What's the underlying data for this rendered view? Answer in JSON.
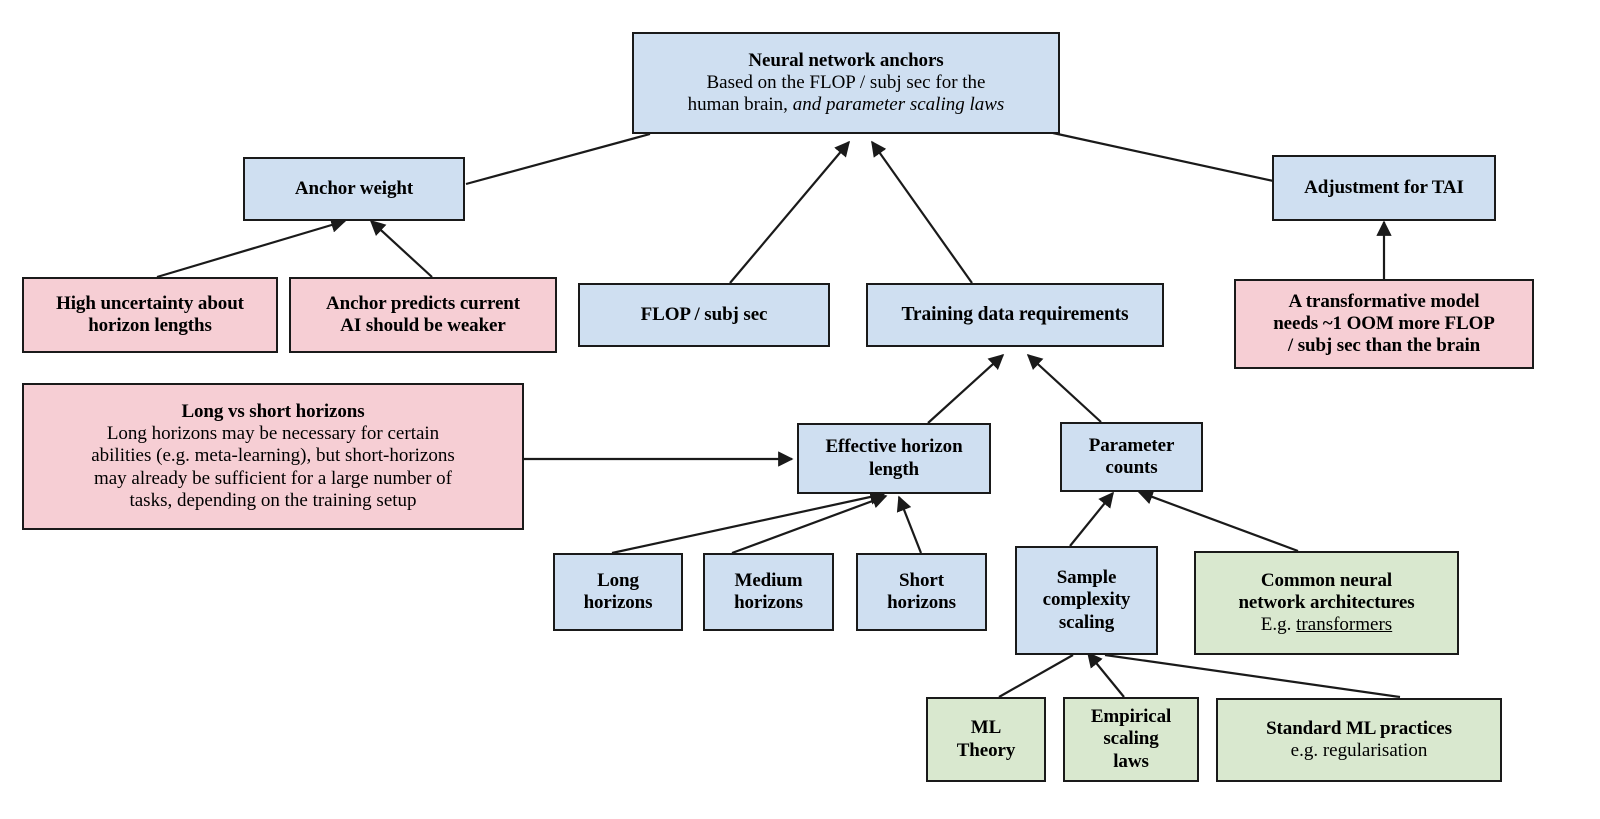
{
  "diagram": {
    "title": "Neural network anchors decomposition",
    "background": "#ffffff",
    "colors": {
      "blue": "#cfdff1",
      "pink": "#f6ced4",
      "green": "#d9e8cf",
      "stroke": "#1a1a1a",
      "text": "#000000"
    },
    "legend": {
      "blue_meaning": "model component",
      "pink_meaning": "consideration / caveat",
      "green_meaning": "empirical / practice input"
    }
  },
  "nodes": [
    {
      "id": "neural-network-anchors",
      "color": "blue",
      "title": "Neural network anchors",
      "sub_line_1": "Based on the FLOP / subj sec for the",
      "sub_line_2_plain": "human brain,",
      "sub_line_2_italic": "and parameter scaling laws"
    },
    {
      "id": "anchor-weight",
      "color": "blue",
      "title": "Anchor weight"
    },
    {
      "id": "adjustment-for-tai",
      "color": "blue",
      "title": "Adjustment for TAI"
    },
    {
      "id": "high-uncertainty-about-horizon-lengths",
      "color": "pink",
      "title_line_1": "High uncertainty about",
      "title_line_2": "horizon lengths"
    },
    {
      "id": "anchor-predicts-current-ai-should-be-weaker",
      "color": "pink",
      "title_line_1": "Anchor predicts current",
      "title_line_2": "AI should be weaker"
    },
    {
      "id": "transformative-model-flop",
      "color": "pink",
      "title_line_1": "A transformative model",
      "title_line_2": "needs ~1 OOM more FLOP",
      "title_line_3": "/ subj sec than the brain"
    },
    {
      "id": "long-vs-short-horizons",
      "color": "pink",
      "title": "Long vs short horizons",
      "sub_line_1": "Long horizons may be necessary for certain",
      "sub_line_2": "abilities (e.g. meta-learning), but short-horizons",
      "sub_line_3": "may already  be sufficient for a large number of",
      "sub_line_4": "tasks, depending on the training setup"
    },
    {
      "id": "flop-subj-sec",
      "color": "blue",
      "title": "FLOP / subj sec"
    },
    {
      "id": "training-data-requirements",
      "color": "blue",
      "title": "Training data requirements"
    },
    {
      "id": "effective-horizon-length",
      "color": "blue",
      "title_line_1": "Effective horizon",
      "title_line_2": "length"
    },
    {
      "id": "parameter-counts",
      "color": "blue",
      "title_line_1": "Parameter",
      "title_line_2": "counts"
    },
    {
      "id": "long-horizons",
      "color": "blue",
      "title_line_1": "Long",
      "title_line_2": "horizons"
    },
    {
      "id": "medium-horizons",
      "color": "blue",
      "title_line_1": "Medium",
      "title_line_2": "horizons"
    },
    {
      "id": "short-horizons",
      "color": "blue",
      "title_line_1": "Short",
      "title_line_2": "horizons"
    },
    {
      "id": "sample-complexity-scaling",
      "color": "blue",
      "title_line_1": "Sample",
      "title_line_2": "complexity",
      "title_line_3": "scaling"
    },
    {
      "id": "common-neural-network-architectures",
      "color": "green",
      "title_line_1": "Common neural",
      "title_line_2": "network architectures",
      "sub_prefix": "E.g. ",
      "sub_link": "transformers"
    },
    {
      "id": "ml-theory",
      "color": "green",
      "title_line_1": "ML",
      "title_line_2": "Theory"
    },
    {
      "id": "empirical-scaling-laws",
      "color": "green",
      "title_line_1": "Empirical",
      "title_line_2": "scaling",
      "title_line_3": "laws"
    },
    {
      "id": "standard-ml-practices",
      "color": "green",
      "title": "Standard ML practices",
      "sub_line_1": "e.g. regularisation"
    }
  ],
  "edges": [
    {
      "from": "anchor-weight",
      "to": "neural-network-anchors",
      "arrow": false
    },
    {
      "from": "adjustment-for-tai",
      "to": "neural-network-anchors",
      "arrow": false
    },
    {
      "from": "flop-subj-sec",
      "to": "neural-network-anchors",
      "arrow": true
    },
    {
      "from": "training-data-requirements",
      "to": "neural-network-anchors",
      "arrow": true
    },
    {
      "from": "high-uncertainty-about-horizon-lengths",
      "to": "anchor-weight",
      "arrow": true
    },
    {
      "from": "anchor-predicts-current-ai-should-be-weaker",
      "to": "anchor-weight",
      "arrow": true
    },
    {
      "from": "transformative-model-flop",
      "to": "adjustment-for-tai",
      "arrow": true
    },
    {
      "from": "long-vs-short-horizons",
      "to": "effective-horizon-length",
      "arrow": true
    },
    {
      "from": "effective-horizon-length",
      "to": "training-data-requirements",
      "arrow": true
    },
    {
      "from": "parameter-counts",
      "to": "training-data-requirements",
      "arrow": true
    },
    {
      "from": "long-horizons",
      "to": "effective-horizon-length",
      "arrow": true
    },
    {
      "from": "medium-horizons",
      "to": "effective-horizon-length",
      "arrow": true
    },
    {
      "from": "short-horizons",
      "to": "effective-horizon-length",
      "arrow": true
    },
    {
      "from": "sample-complexity-scaling",
      "to": "parameter-counts",
      "arrow": true
    },
    {
      "from": "common-neural-network-architectures",
      "to": "parameter-counts",
      "arrow": true
    },
    {
      "from": "ml-theory",
      "to": "sample-complexity-scaling",
      "arrow": false
    },
    {
      "from": "empirical-scaling-laws",
      "to": "sample-complexity-scaling",
      "arrow": true
    },
    {
      "from": "standard-ml-practices",
      "to": "sample-complexity-scaling",
      "arrow": false
    }
  ]
}
